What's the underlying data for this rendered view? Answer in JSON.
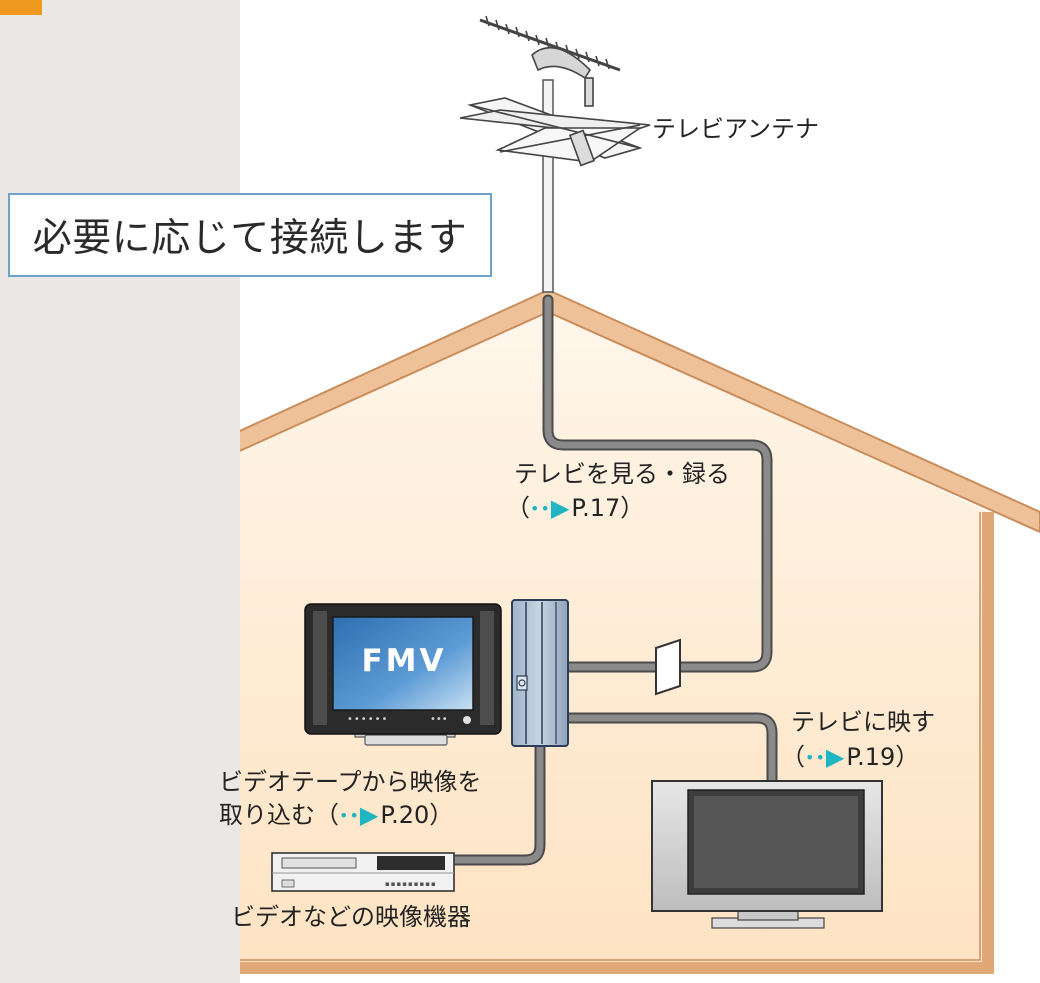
{
  "callout": {
    "text": "必要に応じて接続します"
  },
  "labels": {
    "antenna": "テレビアンテナ",
    "watch_record": "テレビを見る・録る",
    "watch_record_ref": "P.17",
    "tv_output": "テレビに映す",
    "tv_output_ref": "P.19",
    "capture_line1": "ビデオテープから映像を",
    "capture_line2": "取り込む",
    "capture_ref": "P.20",
    "video_device": "ビデオなどの映像機器"
  },
  "monitor": {
    "brand": "FMV"
  },
  "colors": {
    "side_panel": "#ebe7e4",
    "corner_tab": "#ef9a1f",
    "house_fill": "#fde6c8",
    "house_outline": "#e0a877",
    "cable": "#6e6e6e",
    "callout_border": "#6fa2c8",
    "ref_marker": "#1fb5c3",
    "screen_blue": "#2f6fb1"
  },
  "ref_marker": {
    "dots": "••",
    "arrow": "▶",
    "open": "（",
    "close": "）"
  }
}
